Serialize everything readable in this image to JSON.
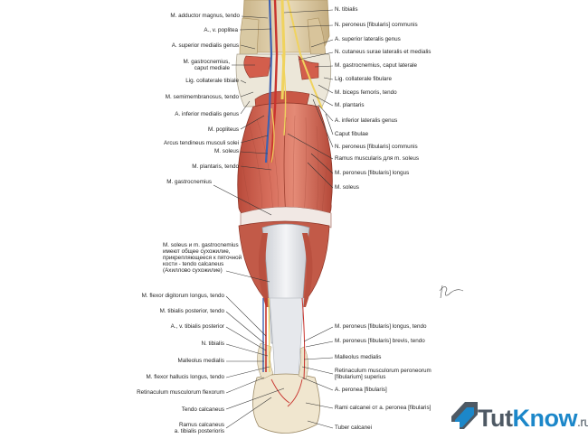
{
  "labels_left": [
    {
      "id": "add-magnus",
      "text": "M. adductor magnus, tendo"
    },
    {
      "id": "a-v-poplitea",
      "text": "A., v. poplitea"
    },
    {
      "id": "a-sup-med-genus",
      "text": "A. superior medialis genus"
    },
    {
      "id": "gastro-med-1",
      "text": "M. gastrocnemius,"
    },
    {
      "id": "gastro-med-2",
      "text": "caput mediale"
    },
    {
      "id": "lig-coll-tib",
      "text": "Lig. collaterale tibiale"
    },
    {
      "id": "semimemb",
      "text": "M. semimembranosus, tendo"
    },
    {
      "id": "a-inf-med-genus",
      "text": "A. inferior medialis genus"
    },
    {
      "id": "popliteus",
      "text": "M. popliteus"
    },
    {
      "id": "arcus-soleus",
      "text": "Arcus tendineus musculi solei"
    },
    {
      "id": "soleus-l",
      "text": "M. soleus"
    },
    {
      "id": "plantaris-tendo",
      "text": "M. plantaris, tendo"
    },
    {
      "id": "gastro-l",
      "text": "M. gastrocnemius"
    },
    {
      "id": "common-tendon-1",
      "text": "M. soleus и m. gastrocnemius"
    },
    {
      "id": "common-tendon-2",
      "text": "имеют общее сухожилие,"
    },
    {
      "id": "common-tendon-3",
      "text": "прикрепляющееся к пяточной"
    },
    {
      "id": "common-tendon-4",
      "text": "кости - tendo calcaneus"
    },
    {
      "id": "common-tendon-5",
      "text": "(Ахиллово сухожилие)"
    },
    {
      "id": "fdl",
      "text": "M. flexor digitorum longus, tendo"
    },
    {
      "id": "tib-post",
      "text": "M. tibialis posterior, tendo"
    },
    {
      "id": "a-v-tib-post",
      "text": "A., v. tibialis posterior"
    },
    {
      "id": "n-tibialis-l",
      "text": "N. tibialis"
    },
    {
      "id": "malleolus-med",
      "text": "Malleolus medialis"
    },
    {
      "id": "fhl",
      "text": "M. flexor hallucis longus, tendo"
    },
    {
      "id": "retin-flex",
      "text": "Retinaculum musculorum flexorum"
    },
    {
      "id": "tendo-calc",
      "text": "Tendo calcaneus"
    },
    {
      "id": "ramus-calc-1",
      "text": "Ramus calcaneus"
    },
    {
      "id": "ramus-calc-2",
      "text": "a. tibialis posterioris"
    }
  ],
  "labels_right": [
    {
      "id": "n-tibialis-r",
      "text": "N. tibialis"
    },
    {
      "id": "n-peron-comm-1",
      "text": "N. peroneus [fibularis] communis"
    },
    {
      "id": "a-sup-lat-genus",
      "text": "A. superior lateralis genus"
    },
    {
      "id": "n-cut-surae",
      "text": "N. cutaneus surae lateralis et medialis"
    },
    {
      "id": "gastro-lat",
      "text": "M. gastrocnemius, caput laterale"
    },
    {
      "id": "lig-coll-fib",
      "text": "Lig. collaterale fibulare"
    },
    {
      "id": "biceps-fem",
      "text": "M. biceps femoris, tendo"
    },
    {
      "id": "plantaris",
      "text": "M. plantaris"
    },
    {
      "id": "a-inf-lat-genus",
      "text": "A. inferior lateralis genus"
    },
    {
      "id": "caput-fib",
      "text": "Caput fibulae"
    },
    {
      "id": "n-peron-comm-2",
      "text": "N. peroneus [fibularis] communis"
    },
    {
      "id": "ramus-musc",
      "text": "Ramus muscularis для m. soleus"
    },
    {
      "id": "peron-longus",
      "text": "M. peroneus [fibularis] longus"
    },
    {
      "id": "soleus-r",
      "text": "M. soleus"
    },
    {
      "id": "peron-longus-t",
      "text": "M. peroneus [fibularis] longus, tendo"
    },
    {
      "id": "peron-brevis-t",
      "text": "M. peroneus [fibularis] brevis, tendo"
    },
    {
      "id": "malleolus-lat",
      "text": "Malleolus medialis"
    },
    {
      "id": "retin-peron-1",
      "text": "Retinaculum musculorum peroneorum"
    },
    {
      "id": "retin-peron-2",
      "text": "[fibularium] superius"
    },
    {
      "id": "a-peronea",
      "text": "A. peronea [fibularis]"
    },
    {
      "id": "rami-calc",
      "text": "Rami calcanei от a. peronea [fibularis]"
    },
    {
      "id": "tuber-calc",
      "text": "Tuber calcanei"
    }
  ],
  "signature": "F. Netter",
  "brand": {
    "part1": "Tut",
    "part2": "Know",
    "part3": ".ru"
  },
  "colors": {
    "muscle": "#c9604f",
    "muscle_light": "#e0907e",
    "tendon": "#e9ecef",
    "nerve": "#f0d35e",
    "artery": "#c8342e",
    "vein": "#3f62b0",
    "brand_blue": "#1c87c9"
  }
}
